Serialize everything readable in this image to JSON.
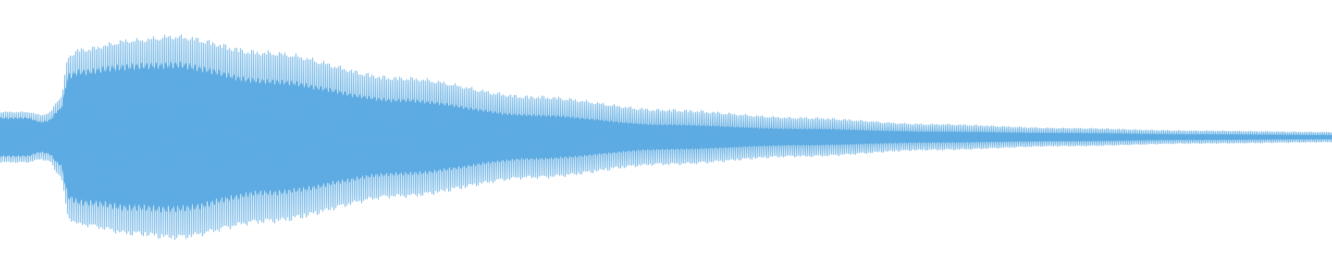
{
  "waveform": {
    "color": "#5dabe2",
    "background": "#ffffff",
    "shape": "decaying-audio-waveform",
    "envelope": {
      "time": [
        0.0,
        0.02,
        0.031,
        0.036,
        0.045,
        0.052,
        0.06,
        0.1,
        0.13,
        0.2,
        0.3,
        0.4,
        0.5,
        0.6,
        0.7,
        0.8,
        0.9,
        1.0
      ],
      "outer_peak": [
        0.19,
        0.19,
        0.17,
        0.18,
        0.29,
        0.62,
        0.66,
        0.73,
        0.76,
        0.64,
        0.45,
        0.31,
        0.21,
        0.15,
        0.1,
        0.07,
        0.05,
        0.04
      ],
      "inner_body": [
        0.14,
        0.14,
        0.11,
        0.12,
        0.2,
        0.45,
        0.48,
        0.52,
        0.53,
        0.41,
        0.27,
        0.16,
        0.09,
        0.06,
        0.04,
        0.03,
        0.02,
        0.015
      ]
    },
    "cycles": 720
  }
}
